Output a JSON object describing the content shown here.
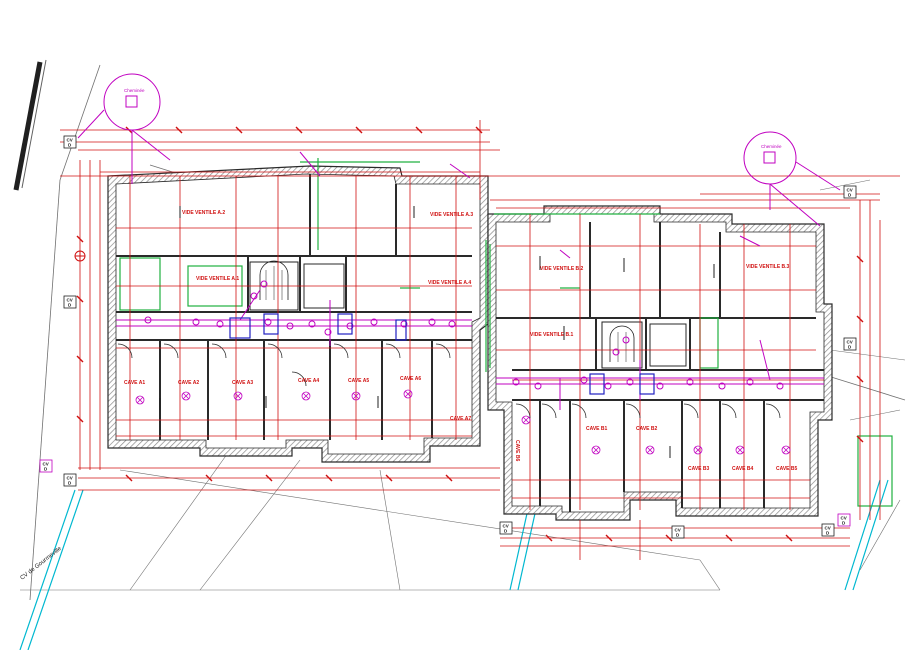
{
  "colors": {
    "wall": "#2a2a2a",
    "hatch": "#9a9a9a",
    "dimension": "#d01010",
    "network": "#c000c0",
    "green": "#20b040",
    "cyan": "#00b8d0",
    "blue": "#2020c0",
    "grey": "#707070"
  },
  "chimneys": [
    {
      "label": "Cheminée"
    },
    {
      "label": "Cheminée"
    }
  ],
  "rooms": {
    "vide_a2": "VIDE VENTILE A.2",
    "vide_a3": "VIDE VENTILE A.3",
    "vide_a1": "VIDE VENTILE A.1",
    "vide_a4": "VIDE VENTILE A.4",
    "vide_b2": "VIDE VENTILE B.2",
    "vide_b3": "VIDE VENTILE B.3",
    "vide_b1": "VIDE VENTILE B.1",
    "cave_a1": "CAVE A1",
    "cave_a2": "CAVE A2",
    "cave_a3": "CAVE A3",
    "cave_a4": "CAVE A4",
    "cave_a5": "CAVE A5",
    "cave_a6": "CAVE A6",
    "cave_a7": "CAVE A7",
    "cave_b1": "CAVE B1",
    "cave_b2": "CAVE B2",
    "cave_b3": "CAVE B3",
    "cave_b4": "CAVE B4",
    "cave_b5": "CAVE B5",
    "cave_b6": "CAVE B6"
  },
  "markers": {
    "cv": "CV",
    "cv_d": "D"
  },
  "street_label": "CV de Gourmeville"
}
